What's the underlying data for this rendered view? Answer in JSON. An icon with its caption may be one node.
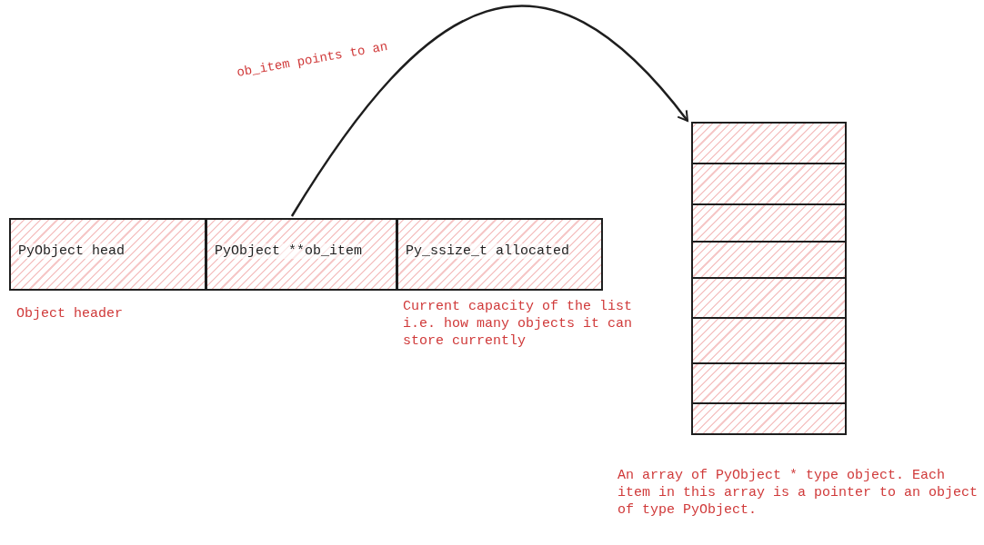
{
  "diagram": {
    "nodes": [
      {
        "text": [
          "PyObject head"
        ],
        "beside": [
          "Object header"
        ]
      },
      {
        "text": [
          "PyObject **ob_item"
        ]
      },
      {
        "text": [
          "Py_ssize_t allocated"
        ],
        "beside": [
          "Current capacity of the list i.e. how many objects it can store currently"
        ]
      },
      {
        "text": [],
        "shape": "box",
        "beside": [
          "An array of PyObject * type object. Each item in this array is a pointer to an object of type PyObject."
        ]
      }
    ],
    "edges": [
      {
        "from": 1,
        "to": 3,
        "arrow": "to",
        "label": "ob_item points to an"
      }
    ]
  }
}
